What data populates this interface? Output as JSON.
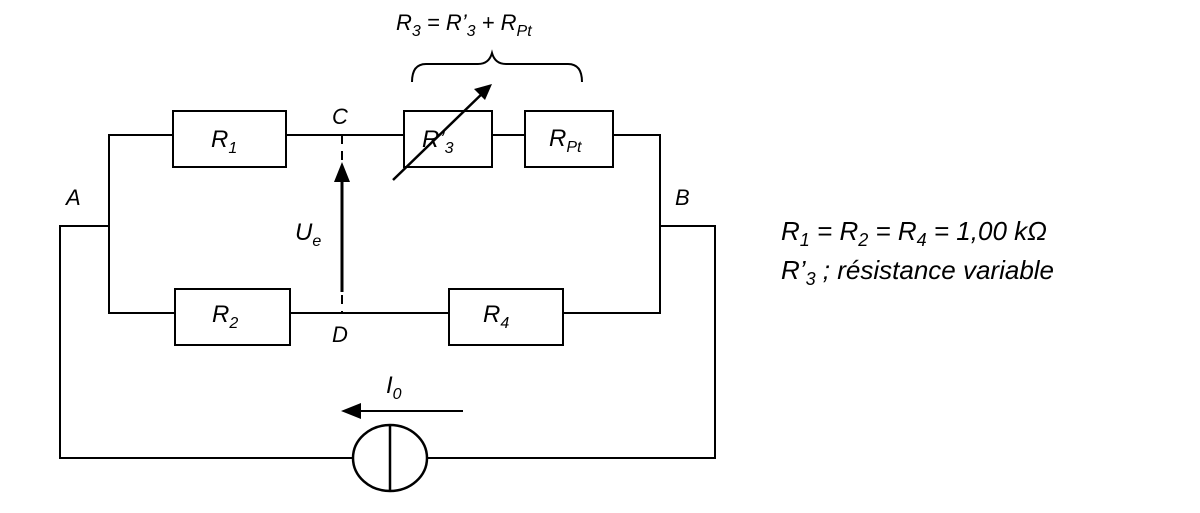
{
  "nodes": {
    "A": "A",
    "B": "B",
    "C": "C",
    "D": "D"
  },
  "resistors": {
    "r1": {
      "main": "R",
      "sub": "1"
    },
    "r2": {
      "main": "R",
      "sub": "2"
    },
    "r3p": {
      "main": "R’",
      "sub": "3"
    },
    "rpt": {
      "main": "R",
      "sub": "Pt"
    },
    "r4": {
      "main": "R",
      "sub": "4"
    }
  },
  "voltage": {
    "main": "U",
    "sub": "e"
  },
  "current": {
    "main": "I",
    "sub": "0"
  },
  "r3_formula": {
    "lhs_main": "R",
    "lhs_sub": "3",
    "eq": " = ",
    "t1_main": "R’",
    "t1_sub": "3",
    "plus": " + ",
    "t2_main": "R",
    "t2_sub": "Pt"
  },
  "notes": {
    "line1": {
      "a": "R",
      "a_sub": "1",
      "eq1": " = ",
      "b": "R",
      "b_sub": "2",
      "eq2": " = ",
      "c": "R",
      "c_sub": "4",
      "rest": " = 1,00 kΩ"
    },
    "line2": {
      "a": "R’",
      "a_sub": "3",
      "rest": " ; résistance variable"
    }
  },
  "colors": {
    "stroke": "#000000",
    "background": "#ffffff"
  }
}
